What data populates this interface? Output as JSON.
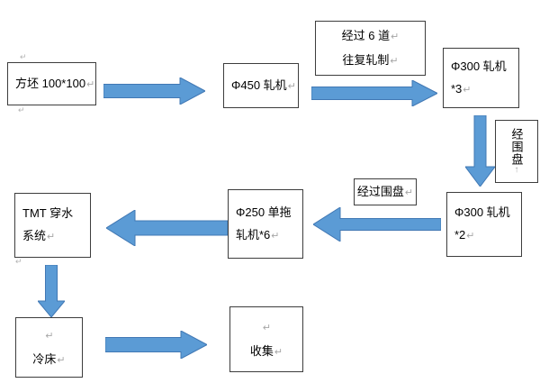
{
  "nodes": {
    "billet": {
      "text": "方坯 100*100"
    },
    "mill450": {
      "text": "Φ450 轧机"
    },
    "pass_label": {
      "line1": "经过 6 道",
      "line2": "往复轧制"
    },
    "mill300_3": {
      "line1": "Φ300 轧机",
      "line2": "*3"
    },
    "coil_loop_vertical": {
      "text": "经围盘"
    },
    "coil_loop_label": {
      "text": "经过围盘"
    },
    "mill300_2": {
      "line1": "Φ300 轧机",
      "line2": "*2"
    },
    "mill250": {
      "line1": "Φ250 单拖",
      "line2": "轧机*6"
    },
    "tmt": {
      "line1": "TMT 穿水",
      "line2": "系统"
    },
    "cooling_bed": {
      "text": "冷床"
    },
    "collection": {
      "text": "收集"
    }
  },
  "marks": {
    "paragraph": "↵",
    "vertical_paragraph": "↑"
  },
  "colors": {
    "background": "#ffffff",
    "arrow_fill": "#5b9bd5",
    "arrow_stroke": "#4178b4",
    "box_border": "#3d3d3d",
    "text": "#000000",
    "paragraph_mark": "#a6a6a6"
  }
}
